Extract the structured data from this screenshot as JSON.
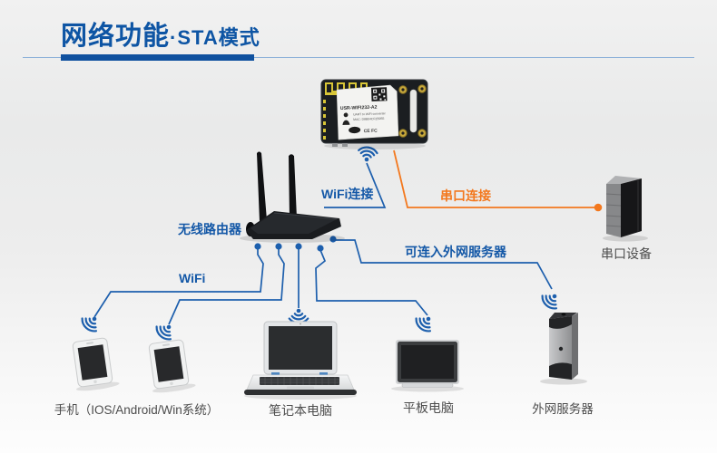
{
  "header": {
    "title": "网络功能",
    "subtitle": "·STA模式"
  },
  "module": {
    "name": "USR-WIFI232-A2",
    "desc": "UART to WiFi converter",
    "mac": "MAC: D8B04CF2B055",
    "cert": "CE FC"
  },
  "labels": {
    "router": "无线路由器",
    "wifi": "WiFi",
    "wifi_connect": "WiFi连接",
    "serial_connect": "串口连接",
    "extranet_note": "可连入外网服务器",
    "serial_device": "串口设备",
    "phones": "手机（IOS/Android/Win系统）",
    "laptop": "笔记本电脑",
    "tablet": "平板电脑",
    "ext_server": "外网服务器"
  },
  "colors": {
    "title_blue": "#0e55a4",
    "bar_blue": "#10519f",
    "line_blue": "#1d5fad",
    "orange": "#f3781e",
    "label_gray": "#4d4d4d"
  }
}
